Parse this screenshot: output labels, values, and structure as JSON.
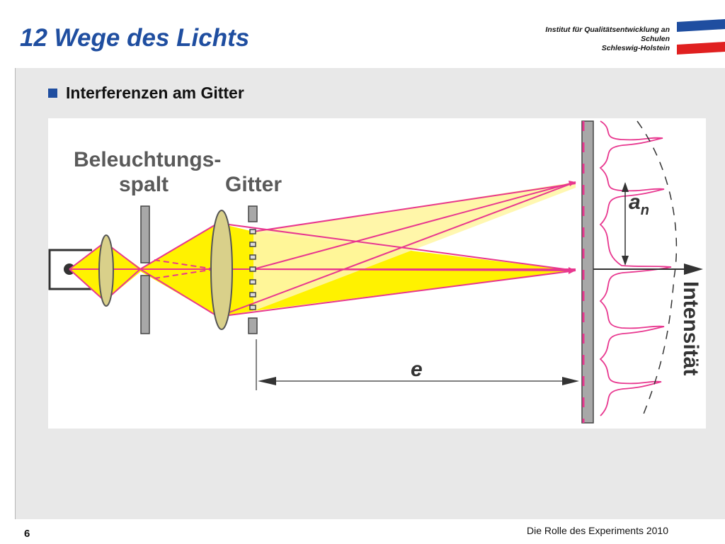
{
  "header": {
    "title": "12 Wege des Lichts",
    "institute_lines": [
      "Institut für Qualitätsentwicklung an",
      "Schulen",
      "Schleswig-Holstein"
    ],
    "flag_icon": "schleswig-holstein-flag-icon"
  },
  "content": {
    "bullet_text": "Interferenzen am Gitter"
  },
  "diagram": {
    "labels": {
      "slit_line1": "Beleuchtungs-",
      "slit_line2": "spalt",
      "grating": "Gitter",
      "spacing_symbol": "a",
      "spacing_subscript": "n",
      "distance_symbol": "e",
      "intensity": "Intensität"
    },
    "colors": {
      "light_beam": "#fff200",
      "light_beam_pale": "#fff6a8",
      "ray": "#e8378f",
      "lens": "#d9d08a",
      "screen": "#a8a8a8",
      "intensity_curve": "#e8378f"
    }
  },
  "footer": {
    "page_number": "6",
    "text": "Die Rolle des Experiments 2010"
  }
}
